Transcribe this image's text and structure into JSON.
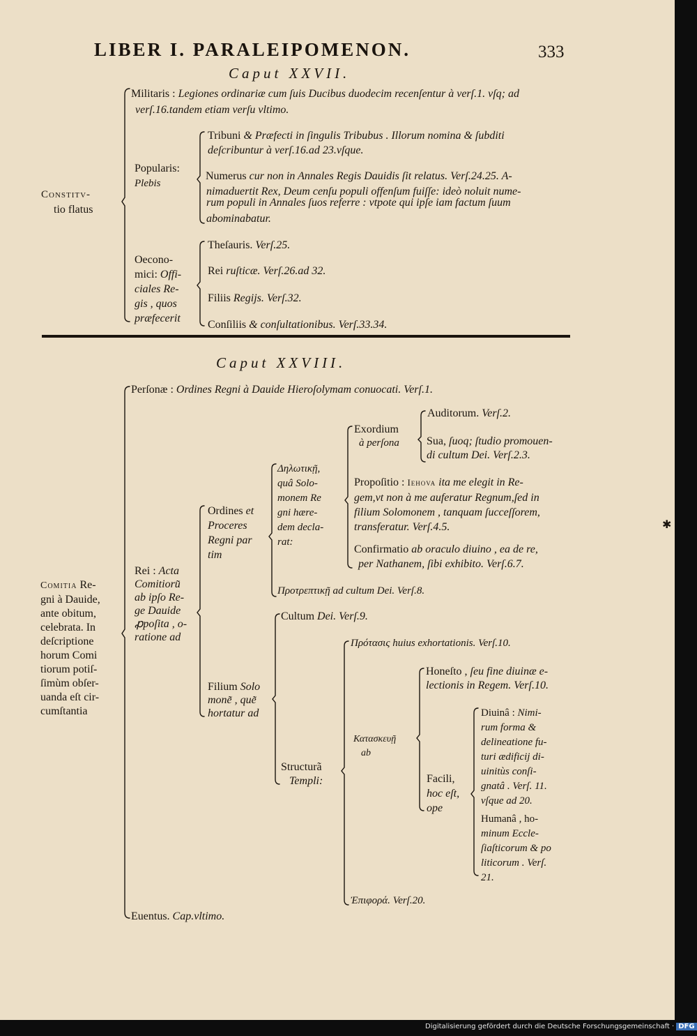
{
  "header": {
    "title": "LIBER I. PARALEIPOMENON.",
    "page_number": "333"
  },
  "caput27": {
    "heading": "Caput XXVII.",
    "root": [
      "Constitv-",
      "tio flatus"
    ],
    "militaris": {
      "head": "Militaris :",
      "body": "Legiones ordinariæ cum ſuis Ducibus duodecim recenſentur à verſ.1. vſq; ad",
      "body2": "verſ.16.tandem etiam verſu vltimo."
    },
    "popularis": {
      "head": "Popularis:",
      "sub": "Plebis",
      "tribuni": {
        "head": "Tribuni",
        "body": "& Præfecti in ſingulis Tribubus . Illorum nomina & ſubditi",
        "body2": "deſcribuntur à verſ.16.ad 23.vſque."
      },
      "numerus": {
        "head": "Numerus",
        "body": "cur non in Annales Regis Dauidis ſit relatus. Verſ.24.25. A-",
        "body2": "nimaduertit Rex, Deum cenſu populi offenſum fuiſſe: ideò noluit nume-",
        "body3": "rum populi in Annales ſuos referre : vtpote qui ipſe iam factum ſuum",
        "body4": "abominabatur."
      }
    },
    "oeconomici": {
      "lines": [
        "Oecono-",
        "mici: Offi-",
        "ciales Re-",
        "gis , quos",
        "præfecerit"
      ],
      "items": [
        {
          "head": "Theſauris.",
          "ref": "Verſ.25."
        },
        {
          "head": "Rei",
          "ref": "ruſticæ. Verſ.26.ad 32."
        },
        {
          "head": "Filiis",
          "ref": "Regijs. Verſ.32."
        },
        {
          "head": "Conſiliis",
          "ref": "& conſultationibus. Verſ.33.34."
        }
      ]
    }
  },
  "caput28": {
    "heading": "Caput XXVIII.",
    "root": [
      "Comitia Re-",
      "gni à Dauide,",
      "ante obitum,",
      "celebrata. In",
      "deſcriptione",
      "horum Comi",
      "tiorum potiſ-",
      "ſimùm obſer-",
      "uanda eſt cir-",
      "cumſtantia"
    ],
    "personae": {
      "head": "Perſonæ :",
      "body": "Ordines Regni à Dauide Hieroſolymam conuocati. Verſ.1."
    },
    "rei": {
      "lines": [
        "Rei :",
        "Acta",
        "Comitioru͂",
        "ab ipſo Re-",
        "ge Dauide",
        "ꝓpoſita , o-",
        "ratione ad"
      ],
      "ordines": {
        "lines": [
          "Ordines",
          "et",
          "Proceres",
          "Regni par",
          "tim"
        ],
        "delotike": {
          "lines": [
            "Δηλωτικῇ,",
            "quâ Solo-",
            "monem Re",
            "gni hære-",
            "dem decla-",
            "rat:"
          ],
          "exordium": {
            "head": "Exordium",
            "sub": "à perſona",
            "auditorum": {
              "head": "Auditorum.",
              "ref": "Verſ.2."
            },
            "sua": {
              "head": "Sua,",
              "body": "ſuoq; ſtudio promouen-",
              "body2": "di cultum Dei. Verſ.2.3."
            }
          },
          "propositio": {
            "head": "Propoſitio :",
            "name": "Iehova",
            "body": "ita me elegit in Re-",
            "body2": "gem,vt non à me auferatur Regnum,ſed in",
            "body3": "filium Solomonem , tanquam ſucceſſorem,",
            "body4": "transferatur. Verſ.4.5."
          },
          "confirmatio": {
            "head": "Confirmatio",
            "body": "ab oraculo diuino , ea de re,",
            "body2": "per Nathanem, ſibi exhibito. Verſ.6.7."
          }
        },
        "protreptike": {
          "greek": "Προτρεπτικῇ",
          "body": "ad cultum Dei. Verſ.8."
        }
      },
      "filium": {
        "lines": [
          "Filium",
          "Solo",
          "mone͂ , que͂",
          "hortatur ad"
        ],
        "cultum": {
          "head": "Cultum",
          "ref": "Dei. Verſ.9."
        },
        "structura": {
          "head": "Structurã",
          "sub": "Templi:",
          "protasis": {
            "greek": "Πρότασις",
            "body": "huius exhortationis. Verſ.10."
          },
          "kataskeue": {
            "greek": "Κατασκευῇ",
            "sub": "ab",
            "honesto": {
              "head": "Honeſto ,",
              "body": "ſeu fine diuinæ e-",
              "body2": "lectionis in Regem. Verſ.10."
            },
            "facili": {
              "lines": [
                "Facili,",
                "hoc eſt,",
                "ope"
              ],
              "diuina": {
                "lines": [
                  "Diuinâ :",
                  "Nimi-",
                  "rum forma &",
                  "delineatione fu-",
                  "turi ædificij di-",
                  "uinitùs conſi-",
                  "gnatâ . Verſ. 11.",
                  "vſque ad 20."
                ]
              },
              "humana": {
                "lines": [
                  "Humanâ , ho-",
                  "minum Eccle-",
                  "ſiaſticorum & po",
                  "liticorum . Verſ.",
                  "21."
                ]
              }
            }
          },
          "epiphora": {
            "greek": "Ἐπιφορά.",
            "ref": "Verſ.20."
          }
        }
      }
    },
    "euentus": {
      "head": "Euentus.",
      "ref": "Cap.vltimo."
    }
  },
  "footer": {
    "text": "Digitalisierung gefördert durch die Deutsche Forschungsgemeinschaft ·",
    "logo": "DFG"
  },
  "colors": {
    "paper": "#ecdfc7",
    "ink": "#1a140e",
    "border": "#0d0d0d"
  }
}
